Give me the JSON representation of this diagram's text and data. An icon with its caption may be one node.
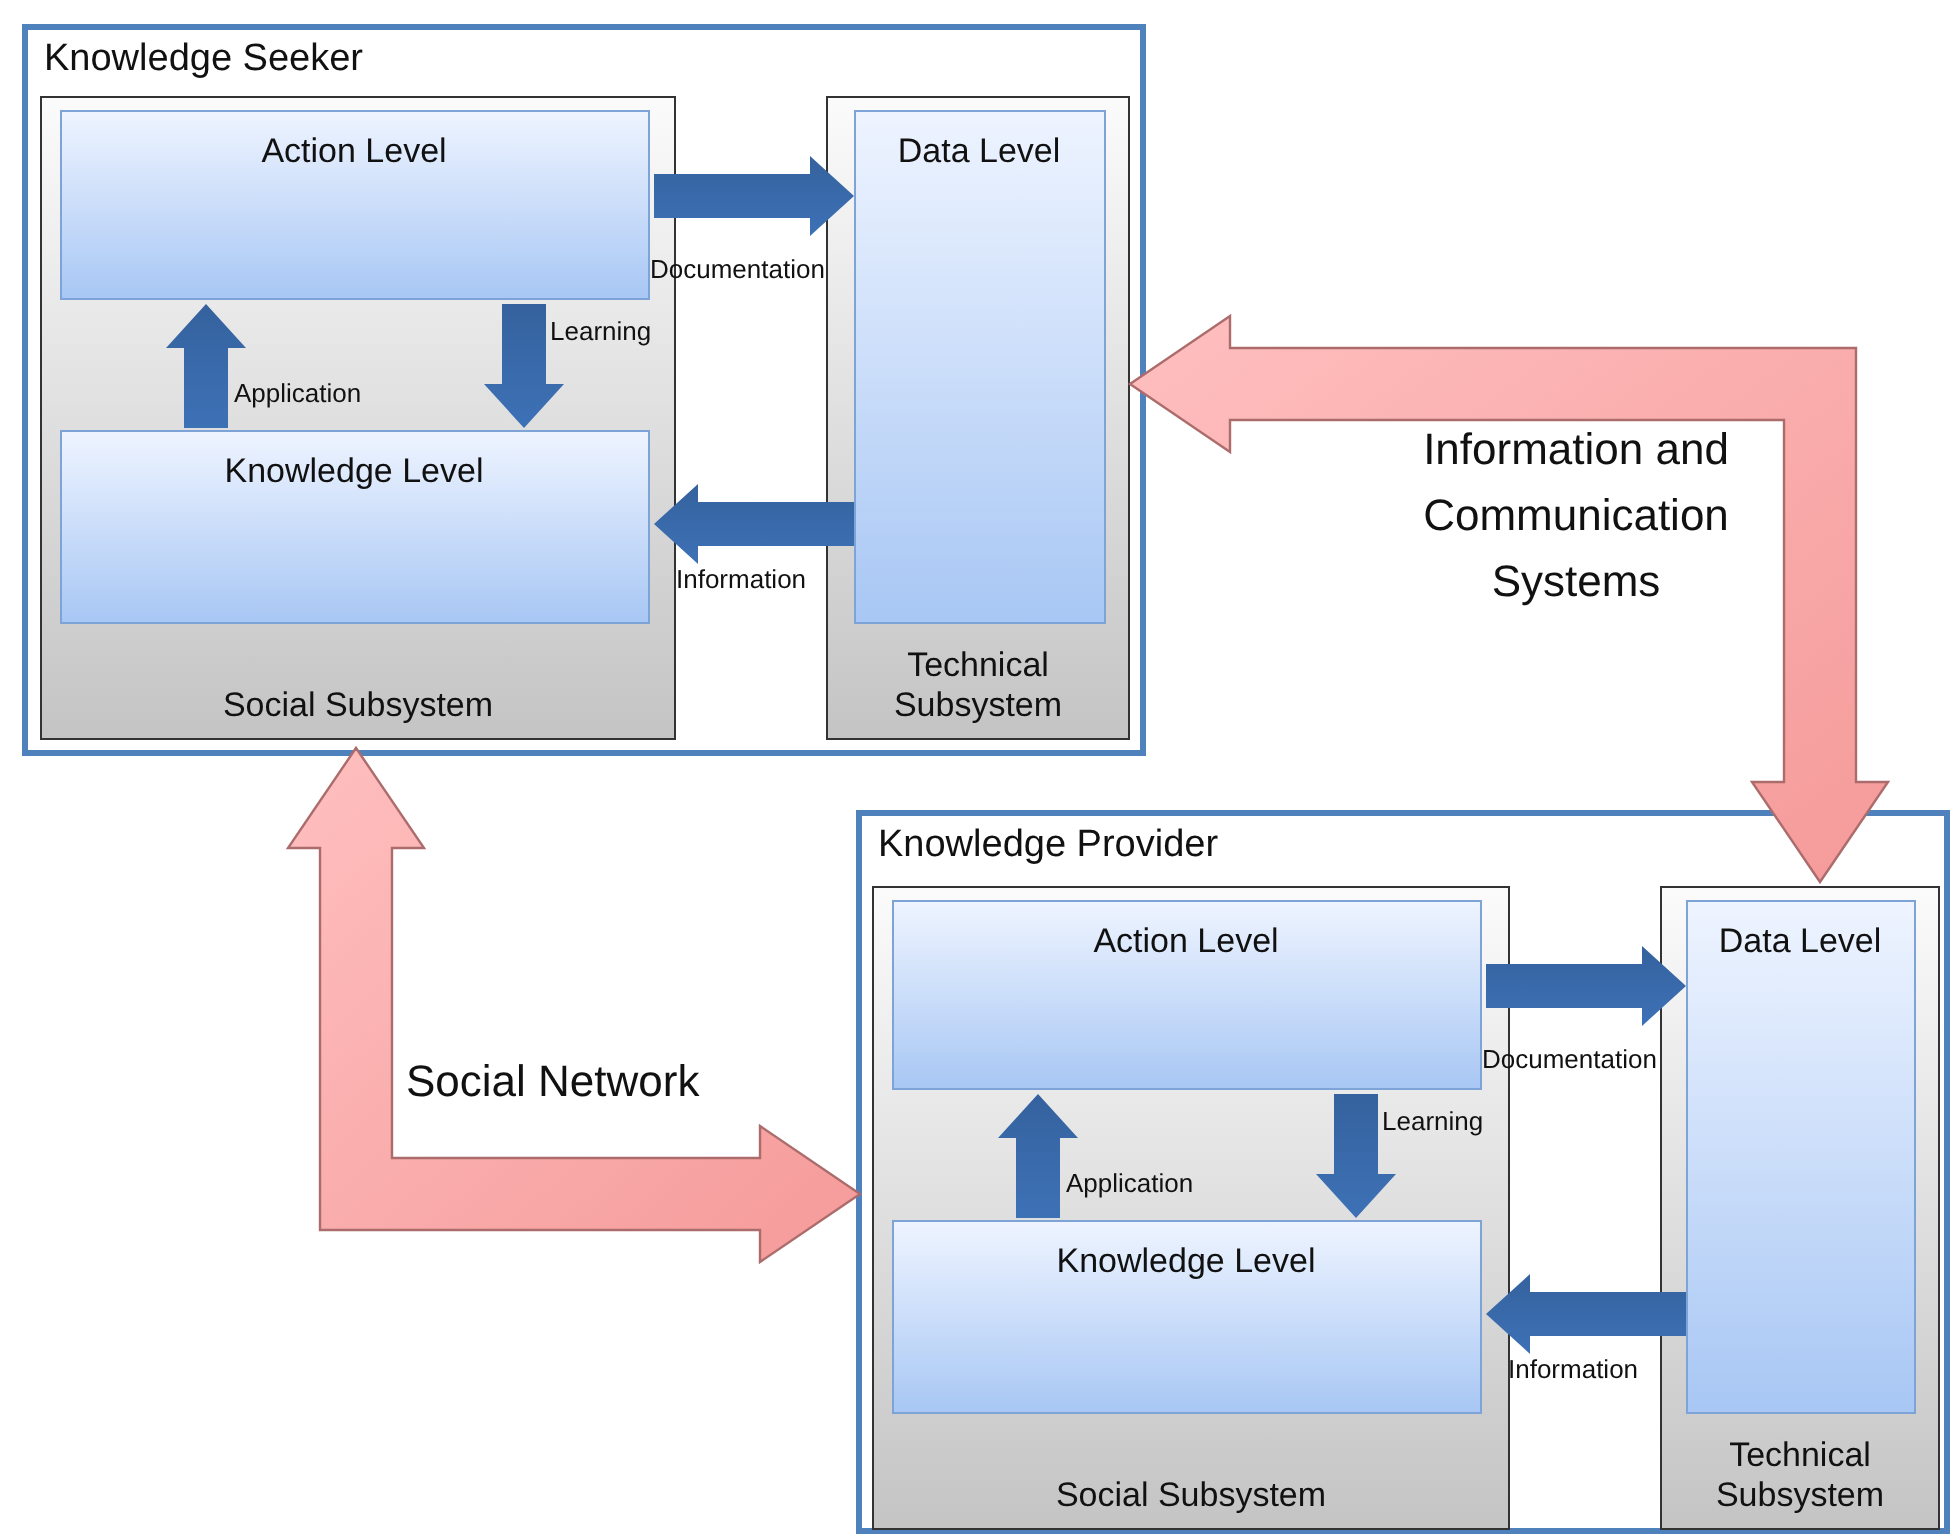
{
  "diagram": {
    "nodes": [
      {
        "text": [
          "Knowledge Seeker"
        ]
      },
      {
        "text": [
          "Social Subsystem"
        ],
        "in": 0
      },
      {
        "text": [
          "Action Level"
        ],
        "in": 1
      },
      {
        "text": [
          "Knowledge Level"
        ],
        "in": 1
      },
      {
        "text": [
          "Technical Subsystem"
        ],
        "in": 0
      },
      {
        "text": [
          "Data Level"
        ],
        "in": 4
      },
      {
        "text": [
          "Knowledge Provider"
        ]
      },
      {
        "text": [
          "Social Subsystem"
        ],
        "in": 6
      },
      {
        "text": [
          "Action Level"
        ],
        "in": 7
      },
      {
        "text": [
          "Knowledge Level"
        ],
        "in": 7
      },
      {
        "text": [
          "Technical Subsystem"
        ],
        "in": 6
      },
      {
        "text": [
          "Data Level"
        ],
        "in": 10
      }
    ],
    "edges": [
      {
        "from": 2,
        "to": 5,
        "arrow": "to",
        "label": "Documentation"
      },
      {
        "from": 2,
        "to": 3,
        "arrow": "to",
        "label": "Learning"
      },
      {
        "from": 3,
        "to": 2,
        "arrow": "to",
        "label": "Application"
      },
      {
        "from": 5,
        "to": 3,
        "arrow": "to",
        "label": "Information"
      },
      {
        "from": 8,
        "to": 11,
        "arrow": "to",
        "label": "Documentation"
      },
      {
        "from": 8,
        "to": 9,
        "arrow": "to",
        "label": "Learning"
      },
      {
        "from": 9,
        "to": 8,
        "arrow": "to",
        "label": "Application"
      },
      {
        "from": 11,
        "to": 9,
        "arrow": "to",
        "label": "Information"
      },
      {
        "from": 5,
        "to": 10,
        "arrow": "both",
        "label": "Information and Communication Systems",
        "style": "thick",
        "color": "#f59a9a"
      },
      {
        "from": 1,
        "to": 6,
        "arrow": "both",
        "label": "Social Network",
        "style": "thick",
        "color": "#f59a9a"
      }
    ]
  }
}
